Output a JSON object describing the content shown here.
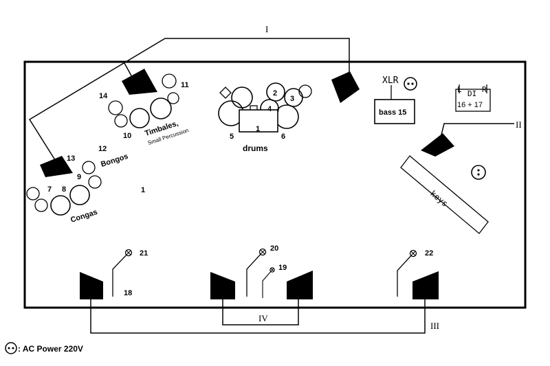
{
  "monitor_mixes": {
    "I": "I",
    "II": "II",
    "III": "III",
    "IV": "IV"
  },
  "percussion": {
    "n14": "14",
    "n11": "11",
    "n10": "10",
    "n12": "12",
    "n13": "13",
    "n9": "9",
    "n7": "7",
    "n8": "8",
    "n1": "1",
    "timbales": "Timbales,",
    "small_perc": "Small Percussion",
    "bongos": "Bongos",
    "congas": "Congas"
  },
  "drums": {
    "n1": "1",
    "n2": "2",
    "n3": "3",
    "n4": "4",
    "n5": "5",
    "n6": "6",
    "label": "drums"
  },
  "bass": {
    "xlr": "XLR",
    "label": "bass 15"
  },
  "di": {
    "l": "L",
    "di": "DI",
    "r": "R",
    "channels": "16 + 17"
  },
  "keys": {
    "label": "keys"
  },
  "vocals": {
    "mic20": "20",
    "mic21": "21",
    "mic22": "22",
    "mic19": "19",
    "n18": "18"
  },
  "legend": {
    "text": ": AC Power 220V"
  }
}
